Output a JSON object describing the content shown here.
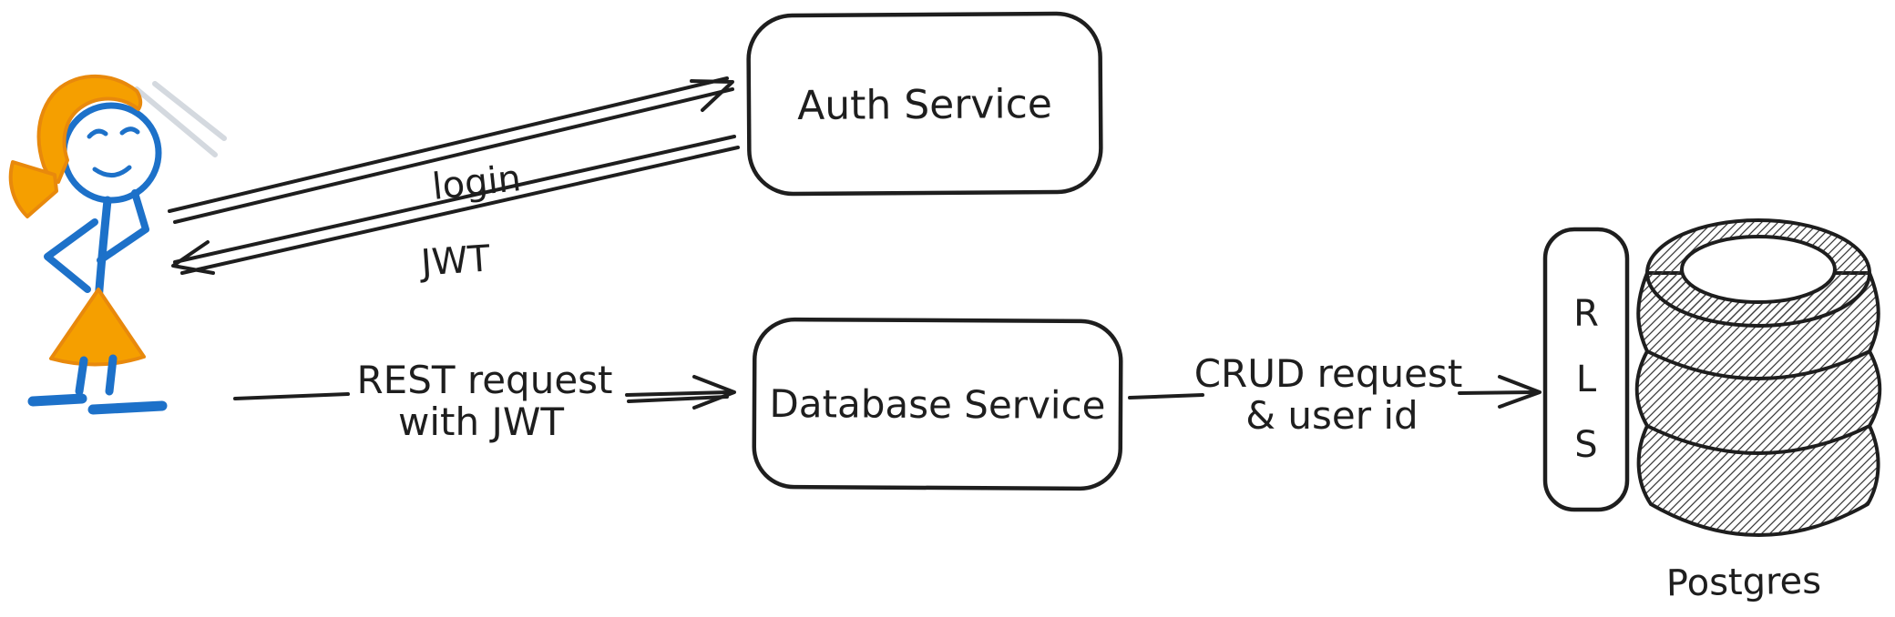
{
  "colors": {
    "ink": "#1e1e1e",
    "blue": "#1d71c9",
    "orange": "#f59f00",
    "orange_dark": "#e8890c",
    "gray": "#c6cdd5",
    "background": "#ffffff"
  },
  "person": {
    "icon": "user-stick-figure-icon"
  },
  "nodes": {
    "auth_service": {
      "label": "Auth Service"
    },
    "database_service": {
      "label": "Database Service"
    },
    "rls": {
      "letters": [
        "R",
        "L",
        "S"
      ]
    },
    "postgres": {
      "label": "Postgres",
      "icon": "database-cylinder-icon"
    }
  },
  "edges": {
    "login": {
      "label": "login",
      "from": "user",
      "to": "auth-service"
    },
    "jwt": {
      "label": "JWT",
      "from": "auth-service",
      "to": "user"
    },
    "rest": {
      "line1": "REST request",
      "line2": "with JWT",
      "from": "user",
      "to": "database-service"
    },
    "crud": {
      "line1": "CRUD request",
      "line2": "& user id",
      "from": "database-service",
      "to": "rls-postgres"
    }
  }
}
